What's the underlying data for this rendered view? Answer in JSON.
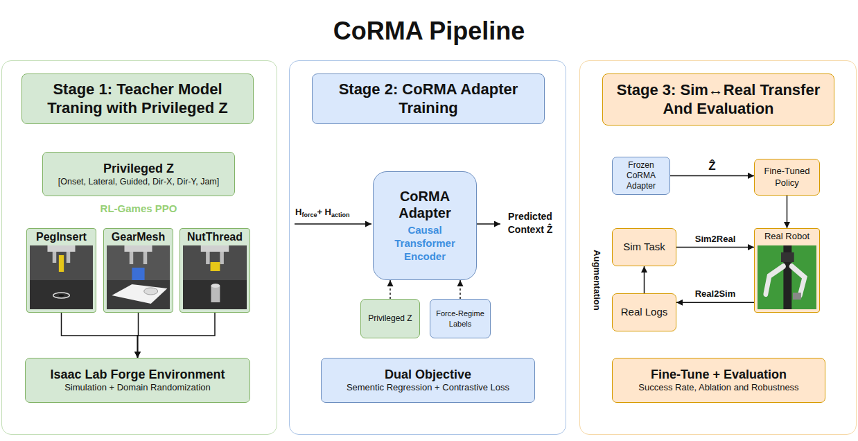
{
  "diagram": {
    "title": "CoRMA Pipeline",
    "nodes": [
      {
        "text": [
          "Stage 1: Teacher Model Traning with Privileged Z"
        ]
      },
      {
        "text": [
          "Privileged Z",
          "[Onset, Lateral, Guided, Dir-X, Dir-Y, Jam]"
        ],
        "in": 0
      },
      {
        "text": [
          "PegInsert"
        ],
        "in": 0
      },
      {
        "text": [
          "GearMesh"
        ],
        "in": 0
      },
      {
        "text": [
          "NutThread"
        ],
        "in": 0
      },
      {
        "text": [
          "Isaac Lab Forge Environment",
          "Simulation + Domain Randomization"
        ],
        "in": 0
      },
      {
        "text": [
          "Stage 2: CoRMA Adapter Training"
        ]
      },
      {
        "text": [
          "CoRMA Adapter",
          "Causal Transformer Encoder"
        ],
        "in": 6
      },
      {
        "text": [
          "Privileged Z"
        ],
        "in": 6
      },
      {
        "text": [
          "Force-Regime Labels"
        ],
        "in": 6
      },
      {
        "text": [
          "Dual Objective",
          "Sementic Regression + Contrastive Loss"
        ],
        "in": 6
      },
      {
        "text": [
          "Stage 3: Sim↔Real Transfer And Evaluation"
        ]
      },
      {
        "text": [
          "Frozen CoRMA Adapter"
        ],
        "in": 11
      },
      {
        "text": [
          "Fine-Tuned Policy"
        ],
        "in": 11
      },
      {
        "text": [
          "Sim Task"
        ],
        "in": 11
      },
      {
        "text": [
          "Real Robot"
        ],
        "in": 11
      },
      {
        "text": [
          "Real Logs"
        ],
        "in": 11
      },
      {
        "text": [
          "Fine-Tune + Evaluation",
          "Success Rate, Ablation and Robustness"
        ],
        "in": 11
      }
    ],
    "edges": [
      {
        "from": 2,
        "to": 5,
        "arrow": "to"
      },
      {
        "from": 3,
        "to": 5,
        "arrow": "to"
      },
      {
        "from": 4,
        "to": 5,
        "arrow": "to"
      },
      {
        "from": 8,
        "to": 7,
        "arrow": "to"
      },
      {
        "from": 9,
        "to": 7,
        "arrow": "to"
      },
      {
        "from": 12,
        "to": 13,
        "label": "Ẑ",
        "arrow": "to"
      },
      {
        "from": 13,
        "to": 15,
        "arrow": "to"
      },
      {
        "from": 14,
        "to": 15,
        "label": "Sim2Real",
        "arrow": "to"
      },
      {
        "from": 15,
        "to": 16,
        "label": "Real2Sim",
        "arrow": "to"
      },
      {
        "from": 16,
        "to": 14,
        "label": "Augmentation",
        "arrow": "to"
      }
    ],
    "labels": [
      "RL-Games PPO",
      "H",
      "force",
      "+ H",
      "action",
      "Predicted Context Ẑ"
    ]
  }
}
